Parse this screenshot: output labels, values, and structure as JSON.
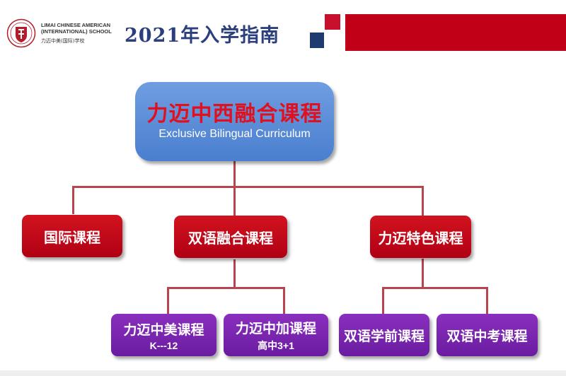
{
  "header": {
    "school_name_en": "LIMAI CHINESE AMERICAN (INTERNATIONAL) SCHOOL",
    "school_name_cn": "力迈中美(国际)学校",
    "title": "2021年入学指南",
    "colors": {
      "title": "#2b3f7e",
      "banner": "#c00016",
      "navy": "#1e3a6e"
    }
  },
  "diagram": {
    "root": {
      "title": "力迈中西融合课程",
      "subtitle": "Exclusive Bilingual Curriculum"
    },
    "level1": [
      {
        "label": "国际课程"
      },
      {
        "label": "双语融合课程"
      },
      {
        "label": "力迈特色课程"
      }
    ],
    "level2": [
      {
        "label": "力迈中美课程",
        "sub": "K---12",
        "parent": "双语融合课程"
      },
      {
        "label": "力迈中加课程",
        "sub": "高中3+1",
        "parent": "双语融合课程"
      },
      {
        "label": "双语学前课程",
        "sub": "",
        "parent": "力迈特色课程"
      },
      {
        "label": "双语中考课程",
        "sub": "",
        "parent": "力迈特色课程"
      }
    ],
    "colors": {
      "root": "#5a8bd6",
      "level1": "#c8101c",
      "level2": "#7a25b0",
      "connector": "#b8444e"
    }
  }
}
